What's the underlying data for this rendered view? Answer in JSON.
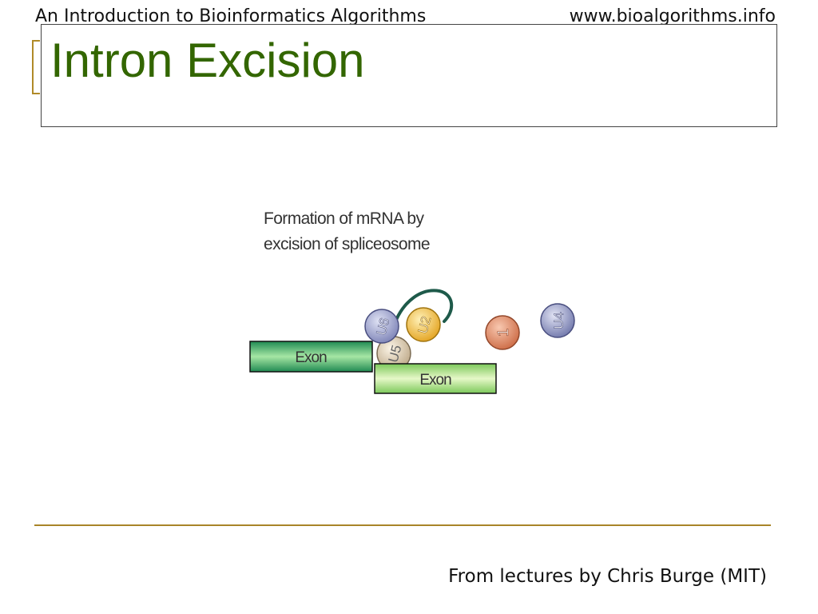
{
  "header": {
    "left": "An Introduction to Bioinformatics Algorithms",
    "right": "www.bioalgorithms.info"
  },
  "slide": {
    "title": "Intron Excision"
  },
  "diagram": {
    "caption_lines": [
      "Formation of mRNA by",
      "excision of spliceosome"
    ],
    "exon_left_label": "Exon",
    "exon_right_label": "Exon",
    "snrnp_labels": {
      "u6": "U6",
      "u2": "U2",
      "u5": "U5",
      "u1": "1",
      "u4": "U4"
    },
    "colors": {
      "exon_left": "#3aa86a",
      "exon_right": "#b8e88a",
      "u6": "#9aa0cc",
      "u2": "#f3c24d",
      "u5": "#d8c9b0",
      "u1": "#e08866",
      "u4": "#8f96c4",
      "intron_loop": "#1e5a4a"
    }
  },
  "footer": {
    "credit": "From lectures by Chris Burge (MIT)"
  }
}
